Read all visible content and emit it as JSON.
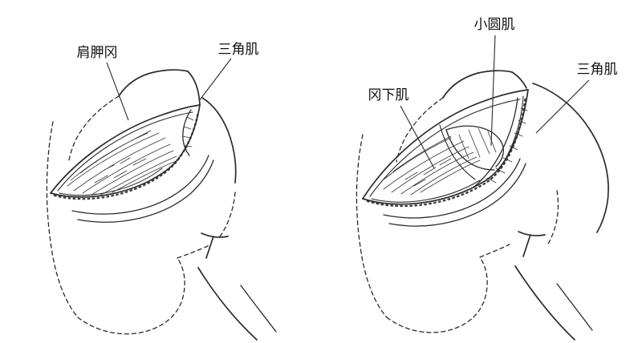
{
  "figure": {
    "type": "anatomical-line-diagram",
    "background": "#ffffff",
    "ink_color": "#2b2b2b",
    "label_color": "#111111"
  },
  "left_panel": {
    "labels": {
      "scapular_spine": "肩胛冈",
      "deltoid": "三角肌"
    }
  },
  "right_panel": {
    "labels": {
      "teres_minor": "小圆肌",
      "infraspinatus": "冈下肌",
      "deltoid": "三角肌"
    }
  }
}
